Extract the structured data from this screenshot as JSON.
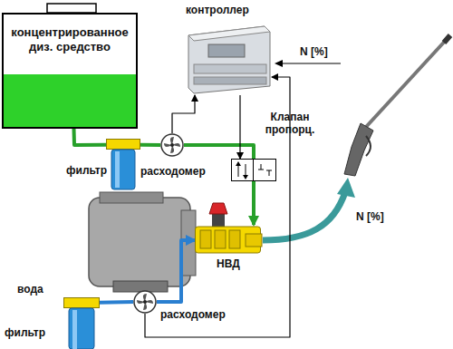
{
  "diagram": {
    "nodes": [
      {
        "text": [
          "концентрированное диз. средство"
        ]
      },
      {
        "text": [
          "контроллер"
        ]
      },
      {
        "text": [
          "фильтр"
        ]
      },
      {
        "text": [
          "расходомер"
        ]
      },
      {
        "text": [
          "Клапан пропорц."
        ]
      },
      {
        "text": [
          "НВД"
        ]
      },
      {
        "text": [
          "фильтр"
        ]
      },
      {
        "text": [
          "расходомер"
        ]
      }
    ],
    "edges": [
      {
        "from": 0,
        "to": 2,
        "arrow": "none"
      },
      {
        "from": 2,
        "to": 3,
        "arrow": "none"
      },
      {
        "from": 3,
        "to": 4,
        "arrow": "none"
      },
      {
        "from": 4,
        "to": 5,
        "arrow": "to"
      },
      {
        "from": 3,
        "to": 1,
        "arrow": "to"
      },
      {
        "from": 1,
        "to": 4,
        "arrow": "to"
      },
      {
        "from": 6,
        "to": 7,
        "arrow": "none"
      },
      {
        "from": 7,
        "to": 5,
        "arrow": "to"
      },
      {
        "from": 7,
        "to": 1,
        "arrow": "to"
      }
    ],
    "labels": [
      "N [%]",
      "N [%]",
      "вода"
    ]
  }
}
